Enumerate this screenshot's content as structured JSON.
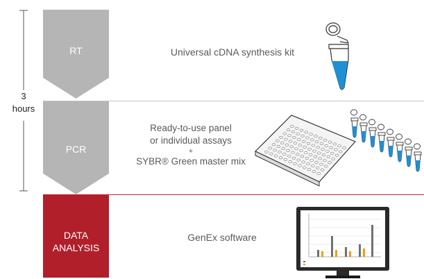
{
  "timeline": {
    "value": "3",
    "unit": "hours"
  },
  "stages": [
    {
      "id": "rt",
      "label_lines": [
        "RT"
      ],
      "description_lines": [
        "Universal cDNA synthesis kit"
      ],
      "color": "#b5b5b5"
    },
    {
      "id": "pcr",
      "label_lines": [
        "PCR"
      ],
      "description_lines": [
        "Ready-to-use panel",
        "or individual assays",
        "+",
        "SYBR® Green master mix"
      ],
      "color": "#b5b5b5"
    },
    {
      "id": "data-analysis",
      "label_lines": [
        "DATA",
        "ANALYSIS"
      ],
      "description_lines": [
        "GenEx software"
      ],
      "color": "#b11f2a"
    }
  ],
  "divider_colors": {
    "gray": "#c8c8c8",
    "red": "#c1272d"
  },
  "accent_blue": "#1e90d6"
}
